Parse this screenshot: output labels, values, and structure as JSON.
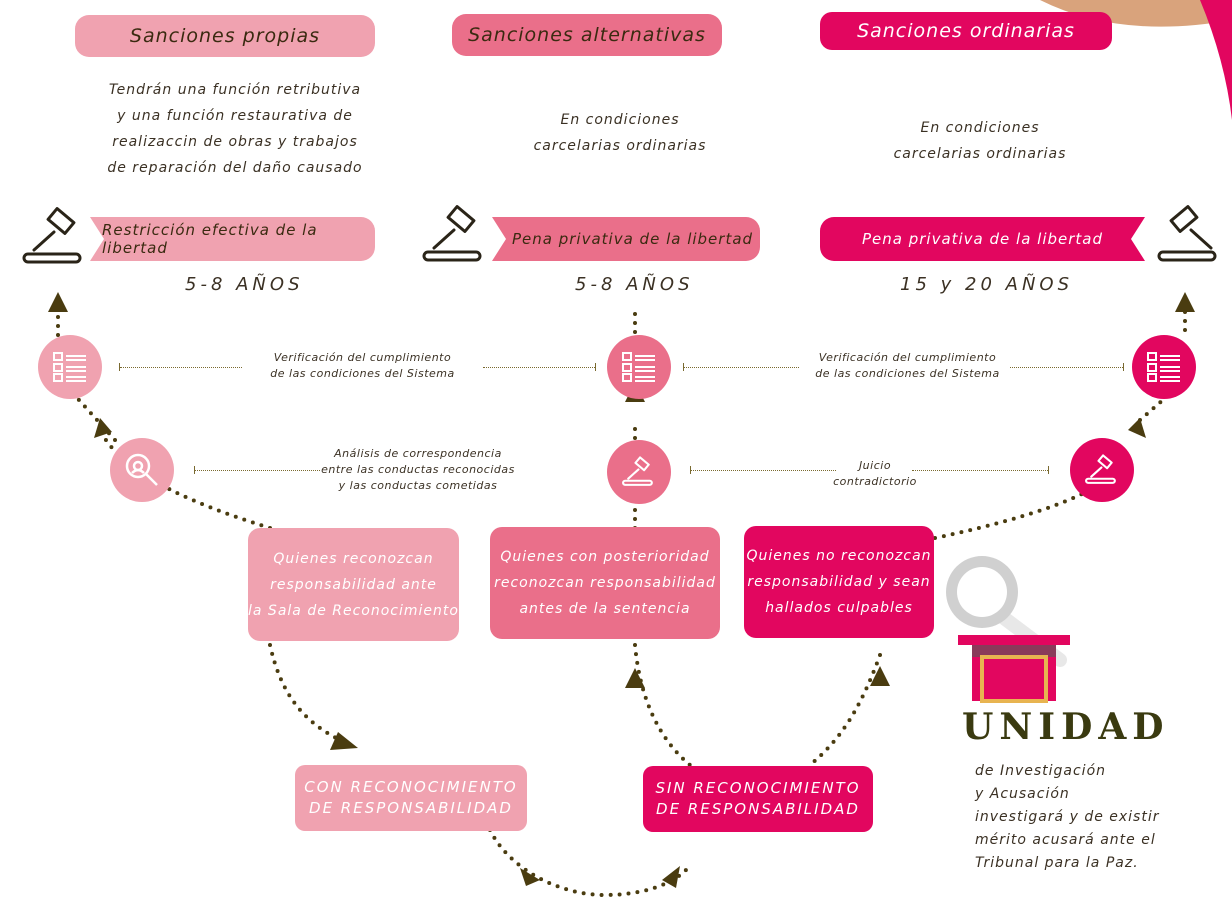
{
  "headers": {
    "propias": "Sanciones propias",
    "alternativas": "Sanciones alternativas",
    "ordinarias": "Sanciones ordinarias"
  },
  "descriptions": {
    "propias": [
      "Tendrán una función retributiva",
      "y una función restaurativa de",
      "realizaccin de obras y trabajos",
      "de reparación del daño causado"
    ],
    "alternativas": [
      "En condiciones",
      "carcelarias ordinarias"
    ],
    "ordinarias": [
      "En condiciones",
      "carcelarias ordinarias"
    ]
  },
  "bars": {
    "propias": "Restricción efectiva de la libertad",
    "alternativas": "Pena privativa de la libertad",
    "ordinarias": "Pena privativa de la libertad"
  },
  "years": {
    "propias": "5-8 AÑOS",
    "alternativas": "5-8 AÑOS",
    "ordinarias": "15 y 20 AÑOS"
  },
  "notes": {
    "verificacion": [
      "Verificación del cumplimiento",
      "de las condiciones del Sistema"
    ],
    "analisis": [
      "Análisis de correspondencia",
      "entre las conductas reconocidas",
      "y las conductas cometidas"
    ],
    "juicio": [
      "Juicio",
      "contradictorio"
    ]
  },
  "boxes": {
    "reconozcan": [
      "Quienes reconozcan",
      "responsabilidad ante",
      "la Sala de Reconocimiento"
    ],
    "posterioridad": [
      "Quienes con posterioridad",
      "reconozcan responsabilidad",
      "antes de la sentencia"
    ],
    "no_reconozcan": [
      "Quienes no reconozcan",
      "responsabilidad y sean",
      "hallados culpables"
    ]
  },
  "categories": {
    "con": [
      "CON RECONOCIMIENTO",
      "DE RESPONSABILIDAD"
    ],
    "sin": [
      "SIN RECONOCIMIENTO",
      "DE RESPONSABILIDAD"
    ]
  },
  "unidad": {
    "word": "UNIDAD",
    "lines": [
      "de Investigación",
      "y Acusación",
      "investigará y de existir",
      "mérito acusará ante el",
      "Tribunal para la Paz."
    ]
  },
  "colors": {
    "light_pink": "#f0a2b0",
    "mid_pink": "#ea6f8a",
    "magenta": "#e2065f",
    "olive": "#4a3c10",
    "tan": "#d9a37c"
  },
  "icons": [
    "gavel-icon",
    "checklist-icon",
    "magnifier-icon",
    "magnifying-glass-icon",
    "podium-icon"
  ]
}
